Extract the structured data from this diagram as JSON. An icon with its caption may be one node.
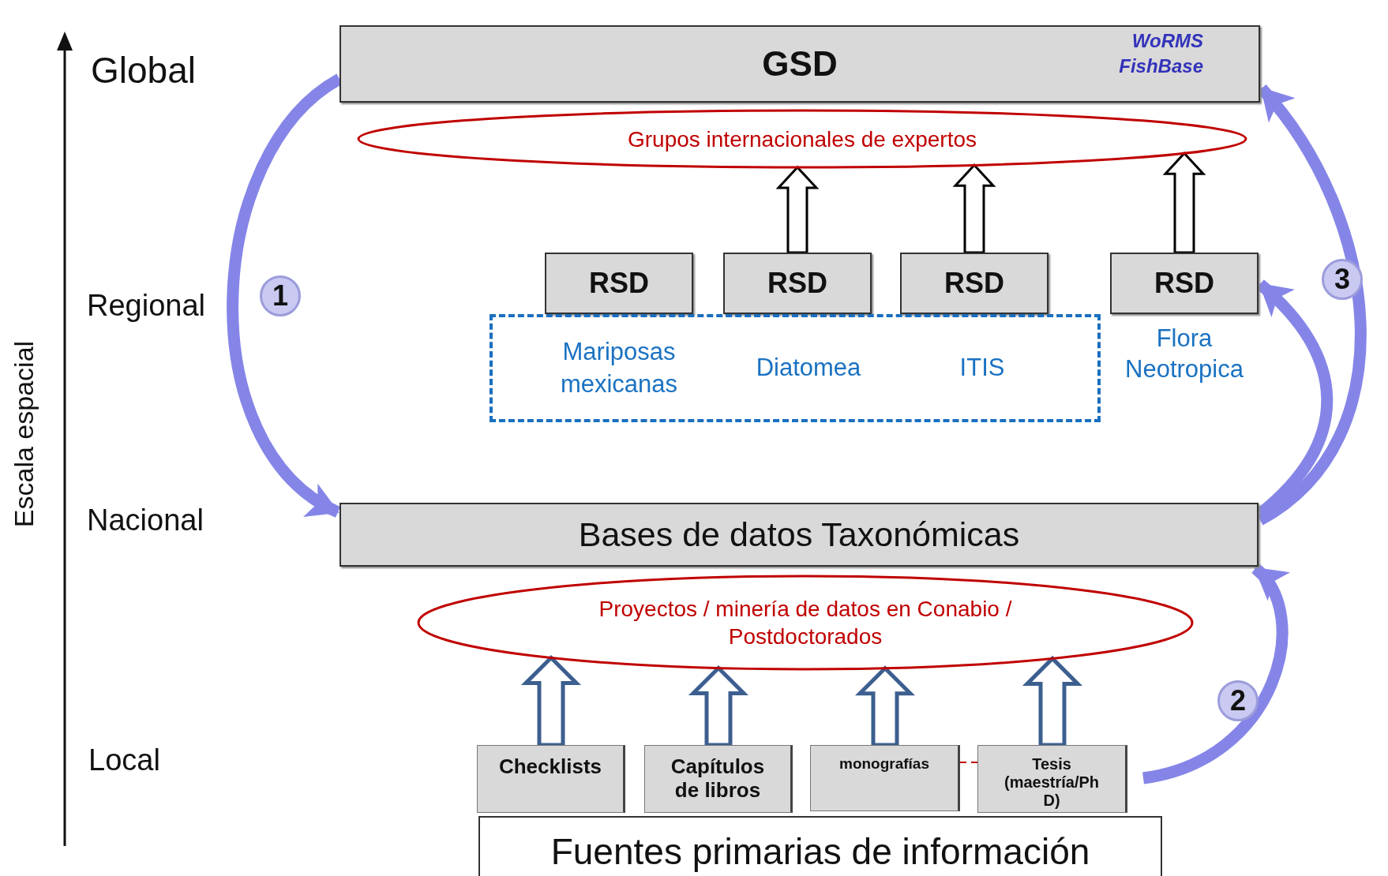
{
  "diagram": {
    "nodes": [
      {
        "text": [
          "GSD",
          "WoRMS",
          "FishBase"
        ]
      },
      {
        "text": [
          "Grupos internacionales de expertos"
        ]
      },
      {
        "text": [
          "RSD"
        ]
      },
      {
        "text": [
          "RSD"
        ]
      },
      {
        "text": [
          "RSD"
        ]
      },
      {
        "text": [
          "RSD"
        ],
        "beside": [
          "Flora Neotropica"
        ]
      },
      {
        "text": [
          "Mariposas mexicanas",
          "Diatomea",
          "ITIS"
        ]
      },
      {
        "text": [
          "Bases de datos Taxonómicas"
        ]
      },
      {
        "text": [
          "Proyectos / minería de datos en Conabio / Postdoctorados"
        ]
      },
      {
        "text": [
          "Checklists"
        ]
      },
      {
        "text": [
          "Capítulos de libros"
        ]
      },
      {
        "text": [
          "monografías"
        ]
      },
      {
        "text": [
          "Tesis (maestría/Ph D)"
        ]
      },
      {
        "text": [
          "Fuentes primarias de información"
        ]
      }
    ],
    "edges": [
      {
        "from": 3,
        "to": 1,
        "arrow": "to"
      },
      {
        "from": 4,
        "to": 1,
        "arrow": "to"
      },
      {
        "from": 5,
        "to": 1,
        "arrow": "to"
      },
      {
        "from": 9,
        "to": 8,
        "arrow": "to",
        "color": "#3c5f8f"
      },
      {
        "from": 10,
        "to": 8,
        "arrow": "to",
        "color": "#3c5f8f"
      },
      {
        "from": 11,
        "to": 8,
        "arrow": "to",
        "color": "#3c5f8f"
      },
      {
        "from": 12,
        "to": 8,
        "arrow": "to",
        "color": "#3c5f8f"
      },
      {
        "from": 0,
        "to": 7,
        "arrow": "to",
        "color": "#8585e8"
      },
      {
        "from": 12,
        "to": 7,
        "arrow": "to",
        "color": "#8585e8"
      },
      {
        "from": 7,
        "to": 0,
        "arrow": "to",
        "color": "#8585e8"
      },
      {
        "from": 7,
        "to": 5,
        "arrow": "to",
        "color": "#8585e8"
      },
      {
        "from": 11,
        "to": 12,
        "arrow": "none",
        "style": "dashed",
        "color": "#c00000"
      }
    ],
    "labels": [
      "Global",
      "Regional",
      "Nacional",
      "Local",
      "Escala espacial",
      "1",
      "2",
      "3"
    ]
  }
}
